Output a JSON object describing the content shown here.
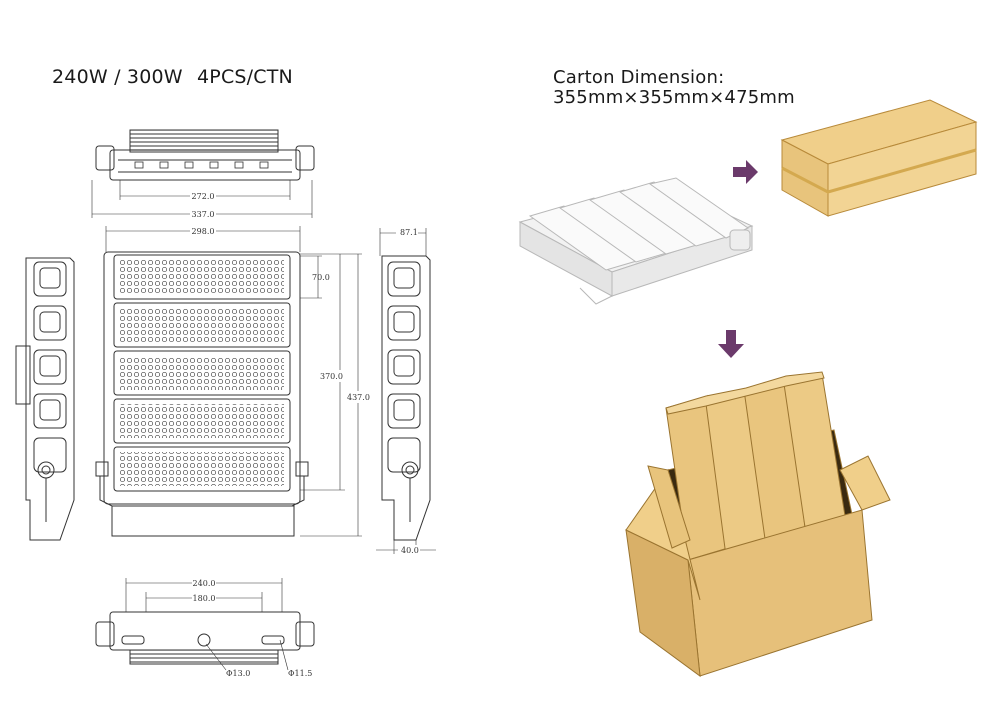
{
  "header": {
    "models": "240W / 300W",
    "quantity": "4PCS/CTN",
    "carton_label": "Carton Dimension:",
    "carton_value": "355mm×355mm×475mm"
  },
  "dimensions": {
    "top_inner": "272.0",
    "top_outer": "337.0",
    "front_width": "298.0",
    "module_height": "70.0",
    "body_height": "370.0",
    "total_height": "437.0",
    "side_depth": "87.1",
    "side_base": "40.0",
    "bottom_outer": "240.0",
    "bottom_inner": "180.0",
    "hole_a": "Φ13.0",
    "hole_b": "Φ11.5"
  },
  "colors": {
    "cardboard": "#e8c47c",
    "cardboard_dark": "#c99a45",
    "arrow": "#6b3a6b",
    "line": "#333333"
  },
  "icons": [
    "arrow-right-icon",
    "arrow-down-icon"
  ]
}
